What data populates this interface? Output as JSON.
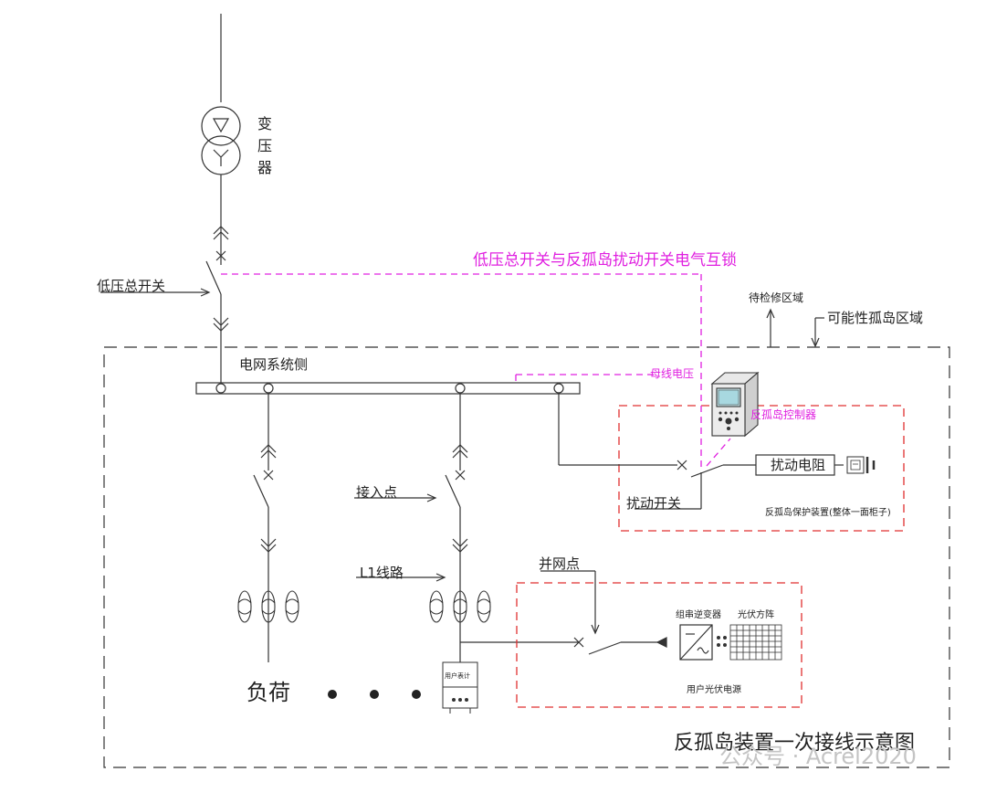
{
  "labels": {
    "transformer": "变压器",
    "main_switch": "低压总开关",
    "interlock": "低压总开关与反孤岛扰动开关电气互锁",
    "maintenance_area": "待检修区域",
    "possible_island_area": "可能性孤岛区域",
    "grid_side": "电网系统侧",
    "bus_voltage": "母线电压",
    "controller": "反孤岛控制器",
    "disturb_resistor": "扰动电阻",
    "disturb_switch": "扰动开关",
    "protection_device": "反孤岛保护装置(整体一面柜子)",
    "access_point": "接入点",
    "l1_line": "L1线路",
    "grid_connection_point": "并网点",
    "string_inverter": "组串逆变器",
    "pv_array": "光伏方阵",
    "user_pv_source": "用户光伏电源",
    "user_meter": "用户表计",
    "load": "负荷",
    "diagram_title": "反孤岛装置一次接线示意图",
    "watermark": "公众号 · Acrel2020"
  },
  "colors": {
    "line": "#333333",
    "interlock": "#e020e0",
    "protection_box": "#e03030",
    "background": "#ffffff"
  }
}
